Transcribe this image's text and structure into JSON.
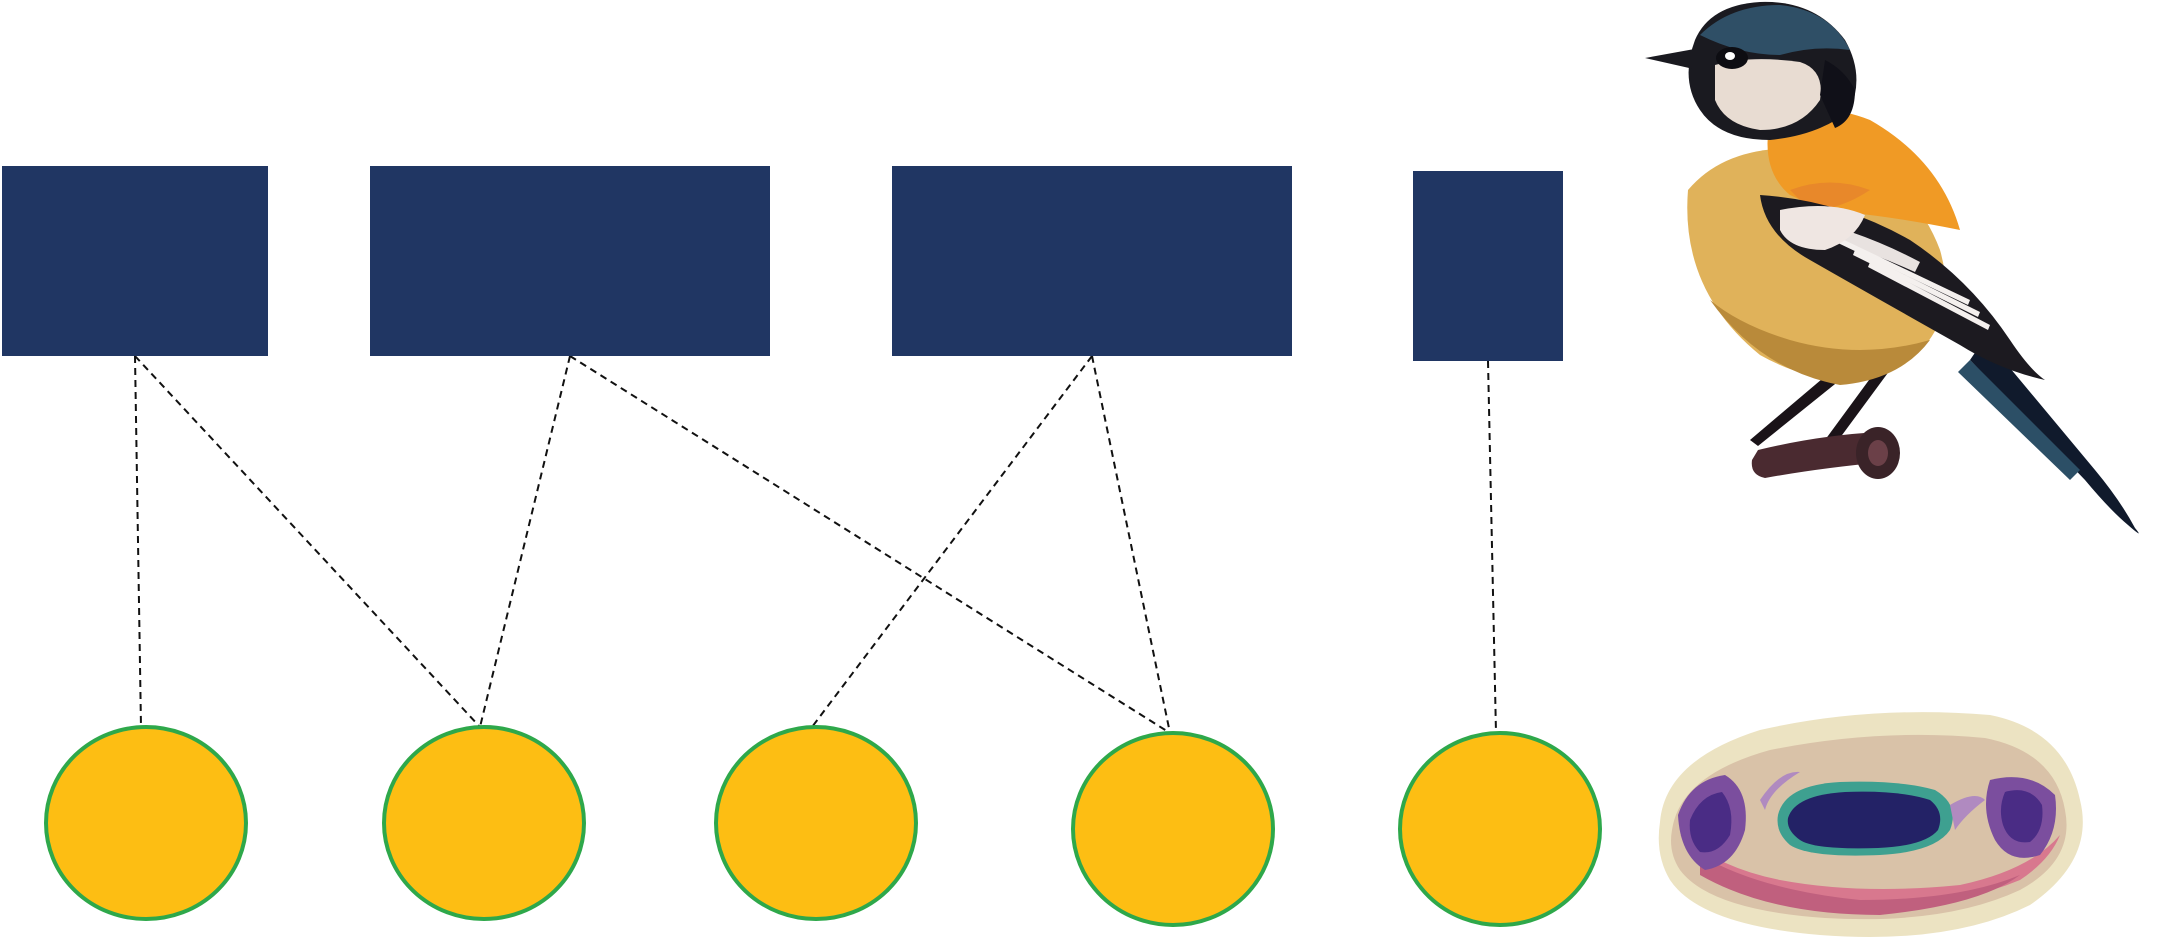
{
  "diagram": {
    "type": "bipartite-network",
    "colors": {
      "background": "#ffffff",
      "top_node_fill": "#203663",
      "bottom_node_fill": "#fdbe13",
      "bottom_node_stroke": "#2ea84a",
      "edge_stroke": "#111111"
    },
    "top_nodes": [
      {
        "id": "t1"
      },
      {
        "id": "t2"
      },
      {
        "id": "t3"
      },
      {
        "id": "t4"
      }
    ],
    "bottom_nodes": [
      {
        "id": "b1"
      },
      {
        "id": "b2"
      },
      {
        "id": "b3"
      },
      {
        "id": "b4"
      },
      {
        "id": "b5"
      }
    ],
    "edges": [
      {
        "from": "t1",
        "to": "b1"
      },
      {
        "from": "t1",
        "to": "b2"
      },
      {
        "from": "t2",
        "to": "b2"
      },
      {
        "from": "t2",
        "to": "b4"
      },
      {
        "from": "t3",
        "to": "b3"
      },
      {
        "from": "t3",
        "to": "b4"
      },
      {
        "from": "t4",
        "to": "b5"
      }
    ],
    "images": [
      {
        "id": "bird",
        "icon": "bird-illustration-icon"
      },
      {
        "id": "blob",
        "icon": "purple-blob-heatmap-icon"
      }
    ]
  }
}
